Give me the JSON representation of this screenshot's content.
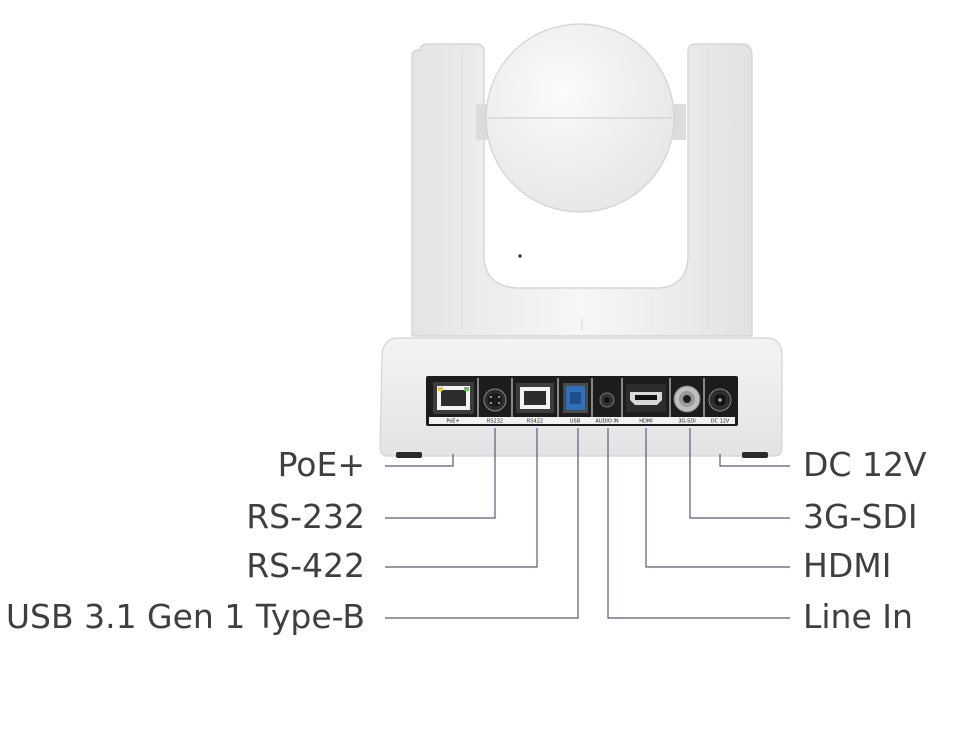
{
  "colors": {
    "camera_body": "#f1f1f1",
    "camera_shadow": "#d6d6d6",
    "panel": "#1c1c1c",
    "usb_blue": "#2f6fb8",
    "callout_line": "#585a7a",
    "label_text": "#3f3f3f"
  },
  "ports": [
    {
      "id": "poe",
      "label": "PoE+"
    },
    {
      "id": "rs232",
      "label": "RS232"
    },
    {
      "id": "rs422",
      "label": "RS422"
    },
    {
      "id": "usb",
      "label": "USB"
    },
    {
      "id": "audio",
      "label": "AUDIO IN"
    },
    {
      "id": "hdmi",
      "label": "HDMI"
    },
    {
      "id": "sdi",
      "label": "3G-SDI"
    },
    {
      "id": "dc",
      "label": "DC 12V"
    }
  ],
  "callouts": {
    "left": [
      "PoE+",
      "RS-232",
      "RS-422",
      "USB 3.1 Gen 1 Type-B"
    ],
    "right": [
      "DC 12V",
      "3G-SDI",
      "HDMI",
      "Line In"
    ]
  }
}
